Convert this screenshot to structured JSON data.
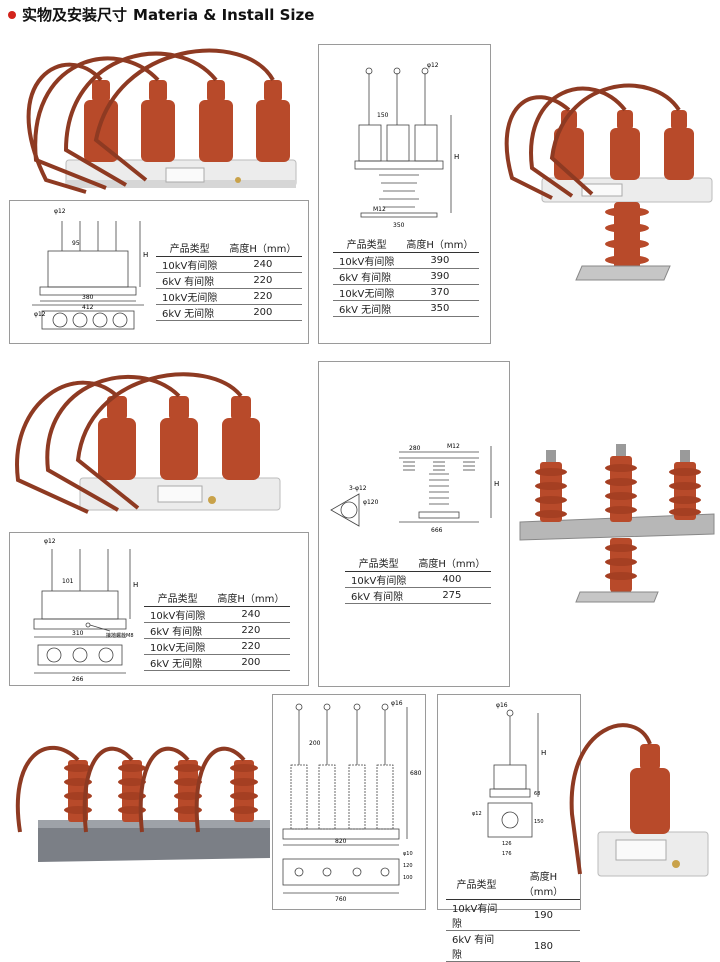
{
  "header": {
    "title_cn": "实物及安装尺寸",
    "title_en": "Materia & Install Size"
  },
  "colors": {
    "accent": "#d2231b",
    "porcelain": "#b84a2a",
    "cable": "#8e3a22",
    "base": "#ececec"
  },
  "tables": {
    "t1": {
      "col1": "产品类型",
      "col2": "高度H（mm）",
      "rows": [
        {
          "type": "10kV有间隙",
          "h": "240"
        },
        {
          "type": "6kV 有间隙",
          "h": "220"
        },
        {
          "type": "10kV无间隙",
          "h": "220"
        },
        {
          "type": "6kV 无间隙",
          "h": "200"
        }
      ]
    },
    "t2": {
      "col1": "产品类型",
      "col2": "高度H（mm）",
      "rows": [
        {
          "type": "10kV有间隙",
          "h": "390"
        },
        {
          "type": "6kV 有间隙",
          "h": "390"
        },
        {
          "type": "10kV无间隙",
          "h": "370"
        },
        {
          "type": "6kV 无间隙",
          "h": "350"
        }
      ]
    },
    "t3": {
      "col1": "产品类型",
      "col2": "高度H（mm）",
      "rows": [
        {
          "type": "10kV有间隙",
          "h": "240"
        },
        {
          "type": "6kV 有间隙",
          "h": "220"
        },
        {
          "type": "10kV无间隙",
          "h": "220"
        },
        {
          "type": "6kV 无间隙",
          "h": "200"
        }
      ]
    },
    "t4": {
      "col1": "产品类型",
      "col2": "高度H（mm）",
      "rows": [
        {
          "type": "10kV有间隙",
          "h": "400"
        },
        {
          "type": "6kV 有间隙",
          "h": "275"
        }
      ]
    },
    "t5": {
      "col1": "产品类型",
      "col2": "高度H（mm）",
      "rows": [
        {
          "type": "10kV有间隙",
          "h": "190"
        },
        {
          "type": "6kV 有间隙",
          "h": "180"
        }
      ]
    }
  },
  "dims": {
    "d1": {
      "phi": "φ12",
      "pitch": "95",
      "w1": "380",
      "w2": "412",
      "h": "H",
      "phi2": "φ12"
    },
    "d2": {
      "phi": "φ12",
      "pitch": "150",
      "m": "M12",
      "w": "350",
      "h": "H"
    },
    "d3": {
      "phi": "φ12",
      "pitch": "101",
      "w": "310",
      "w2": "266",
      "h": "H",
      "note": "接地螺栓M8"
    },
    "d4": {
      "pitch": "280",
      "m": "M12",
      "phi": "φ120",
      "phi2": "3-φ12",
      "w": "666",
      "h": "H"
    },
    "d5": {
      "phi": "φ16",
      "pitch": "200",
      "w": "820",
      "w2": "760",
      "h": "680",
      "v1": "120",
      "v2": "100",
      "phi2": "φ10"
    },
    "d6": {
      "phi": "φ16",
      "h": "H",
      "w1": "68",
      "w2": "126",
      "w3": "176",
      "v": "150",
      "phi2": "φ12"
    }
  }
}
